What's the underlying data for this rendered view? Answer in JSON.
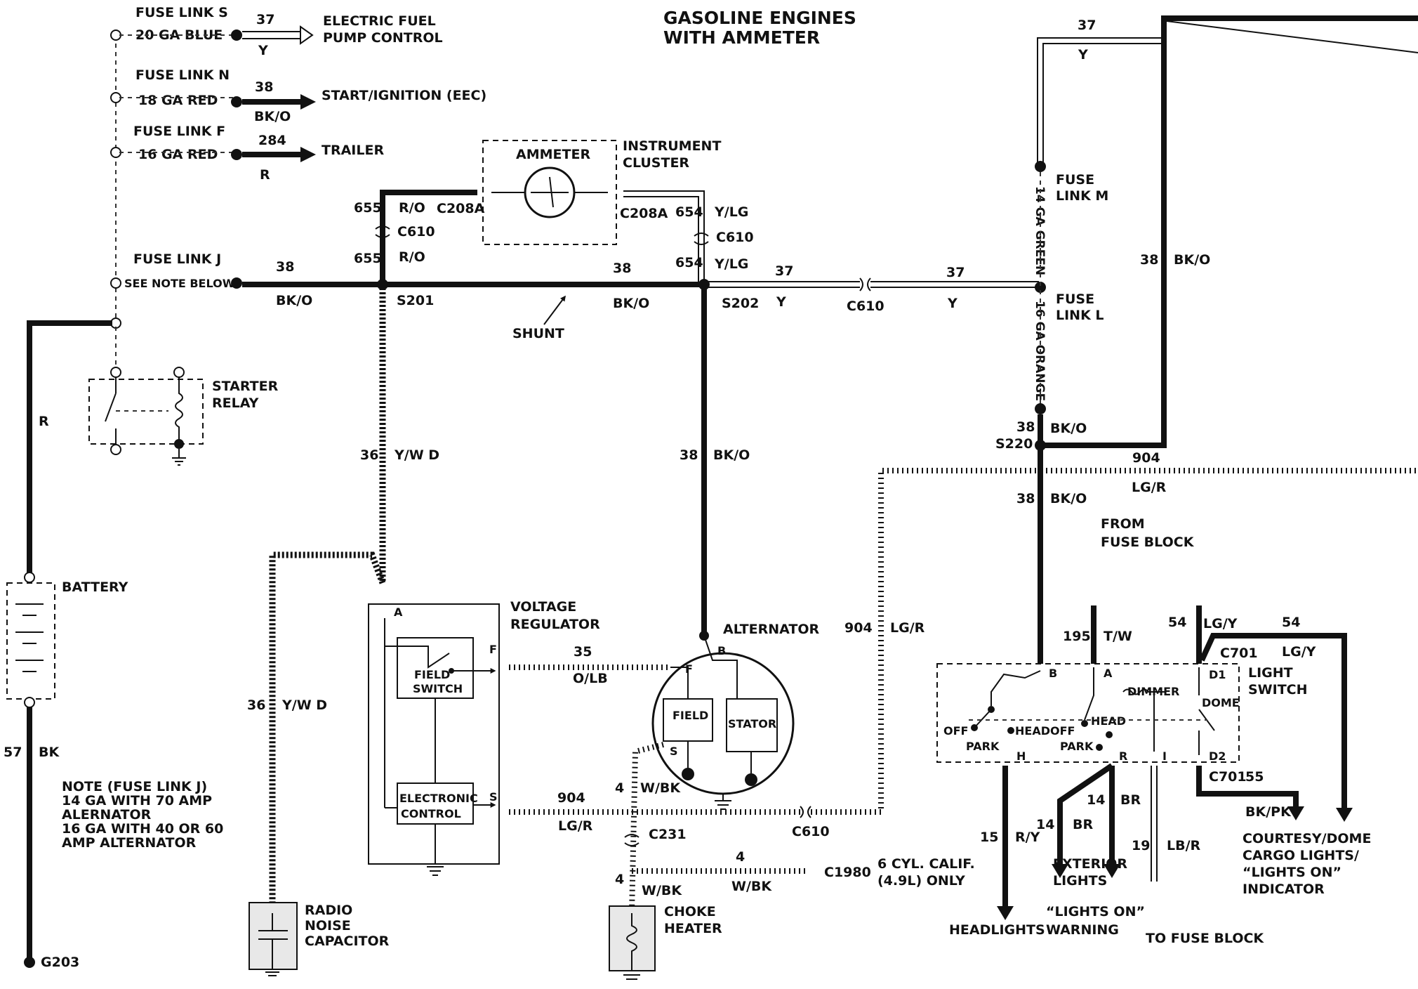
{
  "title": {
    "line1": "GASOLINE ENGINES",
    "line2": "WITH AMMETER"
  },
  "fuse_links": {
    "s": {
      "name": "FUSE LINK S",
      "gauge": "20 GA BLUE",
      "circuit": "37",
      "color": "Y",
      "dest_line1": "ELECTRIC FUEL",
      "dest_line2": "PUMP CONTROL"
    },
    "n": {
      "name": "FUSE LINK N",
      "gauge": "18 GA RED",
      "circuit": "38",
      "color": "BK/O",
      "dest": "START/IGNITION (EEC)"
    },
    "f": {
      "name": "FUSE LINK F",
      "gauge": "16 GA RED",
      "circuit": "284",
      "color": "R",
      "dest": "TRAILER"
    },
    "j": {
      "name": "FUSE LINK J",
      "gauge": "SEE NOTE BELOW",
      "circuit": "38",
      "color": "BK/O"
    },
    "m": {
      "line1": "FUSE",
      "line2": "LINK M",
      "gauge": "14 GA GREEN"
    },
    "l": {
      "line1": "FUSE",
      "line2": "LINK L",
      "gauge": "16 GA ORANGE"
    }
  },
  "components": {
    "ammeter": "AMMETER",
    "instrument_cluster": {
      "line1": "INSTRUMENT",
      "line2": "CLUSTER"
    },
    "starter_relay": {
      "line1": "STARTER",
      "line2": "RELAY"
    },
    "battery": "BATTERY",
    "shunt": "SHUNT",
    "voltage_regulator": {
      "line1": "VOLTAGE",
      "line2": "REGULATOR"
    },
    "field_switch": {
      "line1": "FIELD",
      "line2": "SWITCH"
    },
    "electronic_control": {
      "line1": "ELECTRONIC",
      "line2": "CONTROL"
    },
    "alternator": "ALTERNATOR",
    "field": "FIELD",
    "stator": "STATOR",
    "radio_noise_capacitor": {
      "line1": "RADIO",
      "line2": "NOISE",
      "line3": "CAPACITOR"
    },
    "choke_heater": {
      "line1": "CHOKE",
      "line2": "HEATER"
    },
    "light_switch": {
      "line1": "LIGHT",
      "line2": "SWITCH"
    },
    "from_fuse_block": {
      "line1": "FROM",
      "line2": "FUSE BLOCK"
    }
  },
  "light_switch_labels": {
    "b": "B",
    "a": "A",
    "d1": "D1",
    "d2": "D2",
    "h": "H",
    "r": "R",
    "i": "I",
    "dimmer": "DIMMER",
    "dome": "DOME",
    "off1": "OFF",
    "park1": "PARK",
    "head1": "HEAD",
    "off2": "OFF",
    "park2": "PARK",
    "head2": "HEAD"
  },
  "terminals": {
    "a": "A",
    "f": "F",
    "s": "S",
    "b": "B",
    "f2": "F",
    "s2": "S"
  },
  "connectors": {
    "c208a_l": "C208A",
    "c208a_r": "C208A",
    "c610_1": "C610",
    "c610_2": "C610",
    "c610_3": "C610",
    "c610_4": "C610",
    "c231": "C231",
    "c1980": "C1980",
    "c701_1": "C701",
    "c701_2": "C701",
    "s201": "S201",
    "s202": "S202",
    "s220": "S220",
    "g203": "G203"
  },
  "wires": {
    "w655a": "655",
    "ro_a": "R/O",
    "w655b": "655",
    "ro_b": "R/O",
    "w654a": "654",
    "ylg_a": "Y/LG",
    "w654b": "654",
    "ylg_b": "Y/LG",
    "w38_a": "38",
    "bko_a": "BK/O",
    "w38_b": "38",
    "bko_b": "BK/O",
    "w37_a": "37",
    "y_a": "Y",
    "w37_b": "37",
    "y_b": "Y",
    "w37_top": "37",
    "y_top": "Y",
    "w38_right": "38",
    "bko_right": "BK/O",
    "w38_s220": "38",
    "bko_s220": "BK/O",
    "w904_top": "904",
    "lgr_top": "LG/R",
    "w38_down": "38",
    "bko_down": "BK/O",
    "w36_a": "36",
    "ywd_a": "Y/W D",
    "w36_b": "36",
    "ywd_b": "Y/W D",
    "w38_alt": "38",
    "bko_alt": "BK/O",
    "w35": "35",
    "olb": "O/LB",
    "w904_reg": "904",
    "lgr_reg": "LG/R",
    "w904_v": "904",
    "lgr_v": "LG/R",
    "w4_a": "4",
    "wbk_a": "W/BK",
    "w4_b": "4",
    "wbk_b": "W/BK",
    "w4_c": "4",
    "wbk_c": "W/BK",
    "r_batt": "R",
    "w57": "57",
    "bk": "BK",
    "w195": "195",
    "tw": "T/W",
    "w54_a": "54",
    "lgy_a": "LG/Y",
    "w54_b": "54",
    "lgy_b": "LG/Y",
    "w55": "55",
    "bkpk": "BK/PK",
    "w15": "15",
    "ry": "R/Y",
    "w14_a": "14",
    "br_a": "BR",
    "w14_b": "14",
    "br_b": "BR",
    "w19": "19",
    "lbr": "LB/R"
  },
  "destinations": {
    "six_cyl_line1": "6 CYL. CALIF.",
    "six_cyl_line2": "(4.9L) ONLY",
    "headlights": "HEADLIGHTS",
    "exterior_lights_line1": "EXTERIOR",
    "exterior_lights_line2": "LIGHTS",
    "lights_on_warning_line1": "“LIGHTS ON”",
    "lights_on_warning_line2": "WARNING",
    "to_fuse_block": "TO FUSE BLOCK",
    "courtesy_line1": "COURTESY/DOME",
    "courtesy_line2": "CARGO LIGHTS/",
    "courtesy_line3": "“LIGHTS ON”",
    "courtesy_line4": "INDICATOR"
  },
  "note": {
    "line1": "NOTE (FUSE LINK J)",
    "line2": "14 GA WITH 70 AMP",
    "line3": "ALERNATOR",
    "line4": "16 GA WITH 40 OR 60",
    "line5": "AMP ALTERNATOR"
  }
}
